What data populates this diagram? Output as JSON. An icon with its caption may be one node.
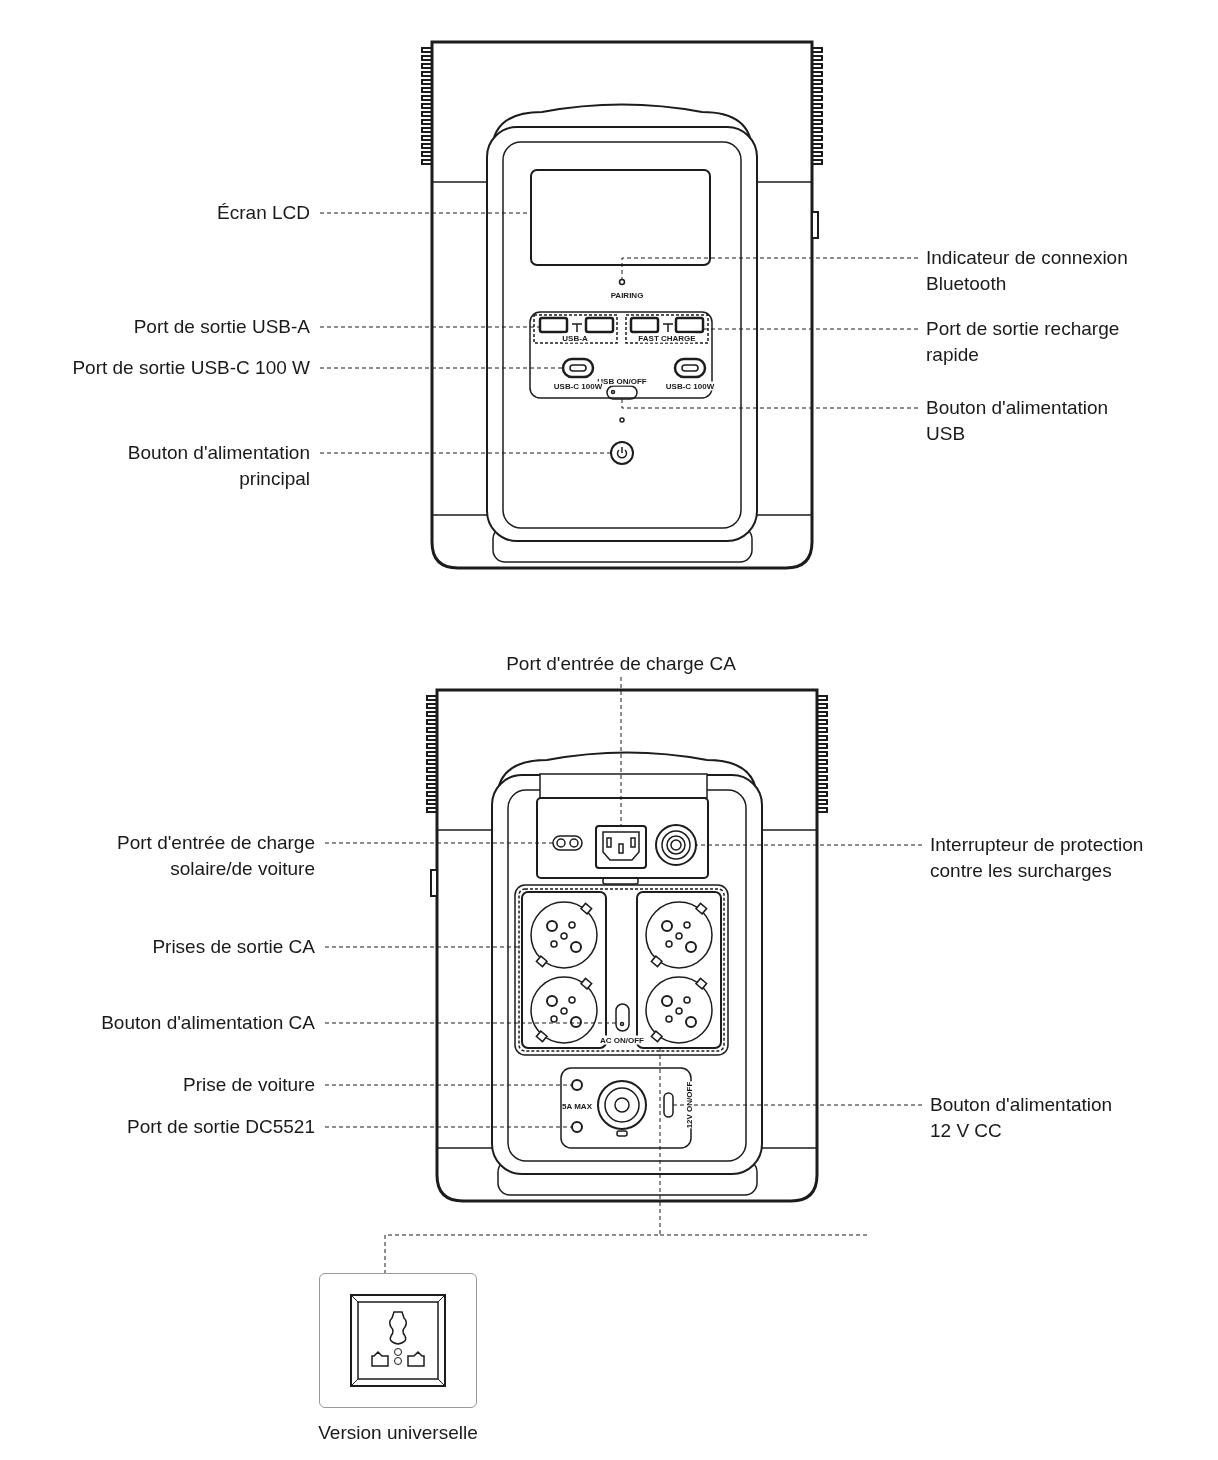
{
  "diagram": {
    "nodes": [
      {
        "text": [
          "Écran LCD"
        ]
      },
      {
        "text": [
          "Indicateur de connexion Bluetooth"
        ]
      },
      {
        "text": [
          "Port de sortie USB-A"
        ]
      },
      {
        "text": [
          "Port de sortie recharge rapide"
        ]
      },
      {
        "text": [
          "Port de sortie USB-C 100 W"
        ]
      },
      {
        "text": [
          "Bouton d'alimentation USB"
        ]
      },
      {
        "text": [
          "Bouton d'alimentation principal"
        ]
      },
      {
        "text": [
          "Port d'entrée de charge CA"
        ]
      },
      {
        "text": [
          "Port d'entrée de charge solaire/de voiture"
        ]
      },
      {
        "text": [
          "Interrupteur de protection contre les surcharges"
        ]
      },
      {
        "text": [
          "Prises de sortie CA"
        ]
      },
      {
        "text": [
          "Bouton d'alimentation CA"
        ]
      },
      {
        "text": [
          "Prise de voiture"
        ]
      },
      {
        "text": [
          "Port de sortie DC5521"
        ]
      },
      {
        "text": [
          "Bouton d'alimentation 12 V CC"
        ]
      },
      {
        "text": [
          "Version universelle"
        ]
      },
      {
        "text": [],
        "shape": "box"
      },
      {
        "text": [],
        "shape": "circle"
      },
      {
        "text": [],
        "shape": "box"
      },
      {
        "text": [],
        "shape": "box"
      },
      {
        "text": [],
        "shape": "box"
      },
      {
        "text": [],
        "shape": "box"
      },
      {
        "text": [],
        "shape": "circle"
      },
      {
        "text": [],
        "shape": "box"
      },
      {
        "text": [],
        "shape": "box"
      },
      {
        "text": [],
        "shape": "circle"
      },
      {
        "text": [],
        "shape": "box"
      },
      {
        "text": [],
        "shape": "box"
      },
      {
        "text": [],
        "shape": "box"
      },
      {
        "text": [],
        "shape": "circle"
      },
      {
        "text": [],
        "shape": "circle"
      },
      {
        "text": [],
        "shape": "box"
      }
    ],
    "edges": [
      {
        "from": 0,
        "to": 16,
        "arrow": "none",
        "style": "dashed"
      },
      {
        "from": 1,
        "to": 17,
        "arrow": "none",
        "style": "dashed"
      },
      {
        "from": 2,
        "to": 18,
        "arrow": "none",
        "style": "dashed"
      },
      {
        "from": 3,
        "to": 19,
        "arrow": "none",
        "style": "dashed"
      },
      {
        "from": 4,
        "to": 20,
        "arrow": "none",
        "style": "dashed"
      },
      {
        "from": 5,
        "to": 21,
        "arrow": "none",
        "style": "dashed"
      },
      {
        "from": 6,
        "to": 22,
        "arrow": "none",
        "style": "dashed"
      },
      {
        "from": 7,
        "to": 23,
        "arrow": "none",
        "style": "dashed"
      },
      {
        "from": 8,
        "to": 24,
        "arrow": "none",
        "style": "dashed"
      },
      {
        "from": 9,
        "to": 25,
        "arrow": "none",
        "style": "dashed"
      },
      {
        "from": 10,
        "to": 26,
        "arrow": "none",
        "style": "dashed"
      },
      {
        "from": 11,
        "to": 28,
        "arrow": "none",
        "style": "dashed"
      },
      {
        "from": 12,
        "to": 29,
        "arrow": "none",
        "style": "dashed"
      },
      {
        "from": 13,
        "to": 30,
        "arrow": "none",
        "style": "dashed"
      },
      {
        "from": 14,
        "to": 31,
        "arrow": "none",
        "style": "dashed"
      },
      {
        "from": 27,
        "to": 15,
        "arrow": "none",
        "style": "dashed"
      }
    ],
    "labels": [
      "PAIRING",
      "USB-A",
      "FAST CHARGE",
      "USB ON/OFF",
      "USB-C 100W",
      "USB-C 100W",
      "AC ON/OFF",
      "5A MAX",
      "12V ON/OFF"
    ]
  }
}
